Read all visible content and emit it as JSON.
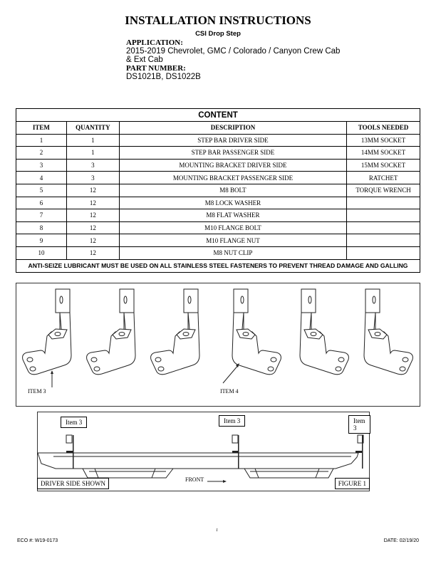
{
  "header": {
    "title": "INSTALLATION INSTRUCTIONS",
    "subtitle": "CSI Drop Step",
    "application_label": "APPLICATION:",
    "application_line1": "2015-2019 Chevrolet, GMC / Colorado / Canyon Crew Cab",
    "application_line2": "& Ext Cab",
    "part_number_label": "PART NUMBER:",
    "part_numbers": "DS1021B, DS1022B"
  },
  "content_table": {
    "title": "CONTENT",
    "columns": [
      "ITEM",
      "QUANTITY",
      "DESCRIPTION",
      "TOOLS NEEDED"
    ],
    "rows": [
      [
        "1",
        "1",
        "STEP BAR DRIVER SIDE",
        "13MM SOCKET"
      ],
      [
        "2",
        "1",
        "STEP BAR PASSENGER SIDE",
        "14MM SOCKET"
      ],
      [
        "3",
        "3",
        "MOUNTING BRACKET DRIVER SIDE",
        "15MM SOCKET"
      ],
      [
        "4",
        "3",
        "MOUNTING BRACKET PASSENGER SIDE",
        "RATCHET"
      ],
      [
        "5",
        "12",
        "M8 BOLT",
        "TORQUE WRENCH"
      ],
      [
        "6",
        "12",
        "M8 LOCK WASHER",
        ""
      ],
      [
        "7",
        "12",
        "M8 FLAT WASHER",
        ""
      ],
      [
        "8",
        "12",
        "M10 FLANGE BOLT",
        ""
      ],
      [
        "9",
        "12",
        "M10 FLANGE NUT",
        ""
      ],
      [
        "10",
        "12",
        "M8 NUT CLIP",
        ""
      ]
    ],
    "note": "ANTI-SEIZE LUBRICANT MUST BE USED ON ALL STAINLESS STEEL FASTENERS TO PREVENT THREAD DAMAGE AND GALLING"
  },
  "brackets_figure": {
    "label_left": "ITEM 3",
    "label_right": "ITEM 4"
  },
  "figure1": {
    "item_tags": [
      "Item 3",
      "Item 3",
      "Item 3"
    ],
    "side_label": "DRIVER SIDE SHOWN",
    "front_label": "FRONT",
    "figure_label": "FIGURE 1"
  },
  "footer": {
    "page_mark": "1",
    "eco": "ECO #: W19-0173",
    "date": "DATE: 02/19/20"
  }
}
